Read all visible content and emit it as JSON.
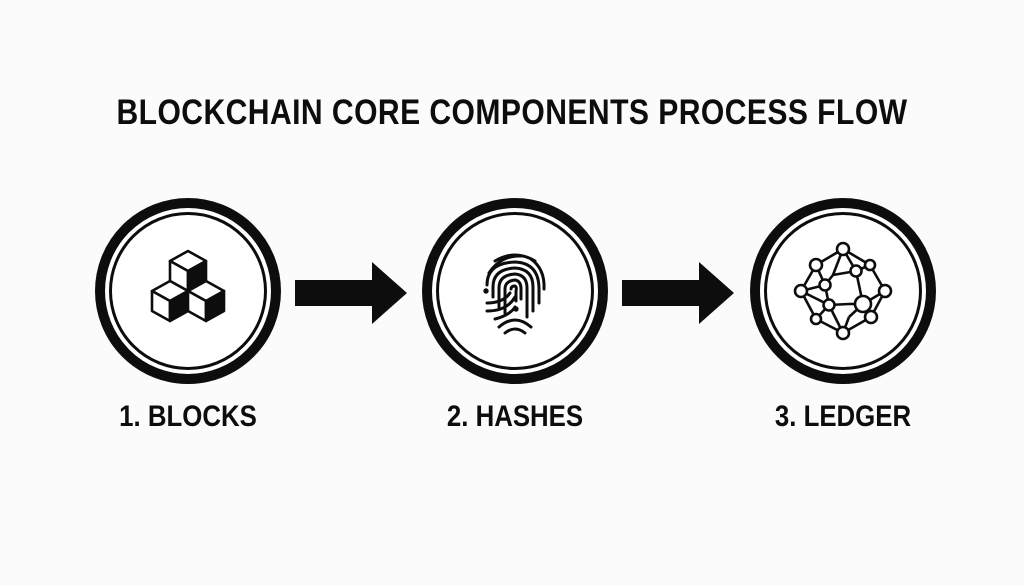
{
  "title": "BLOCKCHAIN CORE COMPONENTS PROCESS FLOW",
  "steps": [
    {
      "number": "1.",
      "label": "1. BLOCKS",
      "icon": "cubes-icon"
    },
    {
      "number": "2.",
      "label": "2. HASHES",
      "icon": "fingerprint-icon"
    },
    {
      "number": "3.",
      "label": "3. LEDGER",
      "icon": "network-icon"
    }
  ],
  "arrows": [
    {
      "from": "1. BLOCKS",
      "to": "2. HASHES",
      "icon": "arrow-right-icon"
    },
    {
      "from": "2. HASHES",
      "to": "3. LEDGER",
      "icon": "arrow-right-icon"
    }
  ],
  "colors": {
    "background": "#fbfbfb",
    "foreground": "#0d0d0d",
    "circle_fill": "#ffffff"
  }
}
